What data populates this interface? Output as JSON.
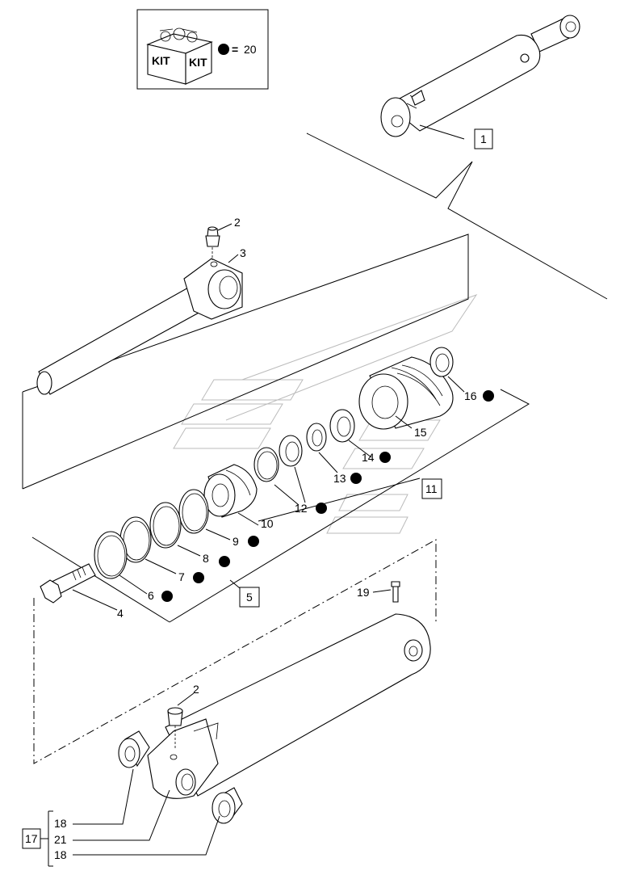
{
  "kit": {
    "icon_text_1": "KIT",
    "icon_text_2": "KIT",
    "equals": "=",
    "count": "20",
    "marker_icon": "filled-circle-icon"
  },
  "boxed_labels": {
    "l1": "1",
    "l5": "5",
    "l11": "11",
    "l17": "17"
  },
  "callouts": {
    "c2a": "2",
    "c3": "3",
    "c4": "4",
    "c6": "6",
    "c7": "7",
    "c8": "8",
    "c9": "9",
    "c10": "10",
    "c12": "12",
    "c13": "13",
    "c14": "14",
    "c15": "15",
    "c16": "16",
    "c19": "19",
    "c2b": "2"
  },
  "bracket_17": {
    "row1": "18",
    "row2": "21",
    "row3": "18"
  },
  "colors": {
    "line": "#000000",
    "watermark": "#bbbbbb"
  }
}
